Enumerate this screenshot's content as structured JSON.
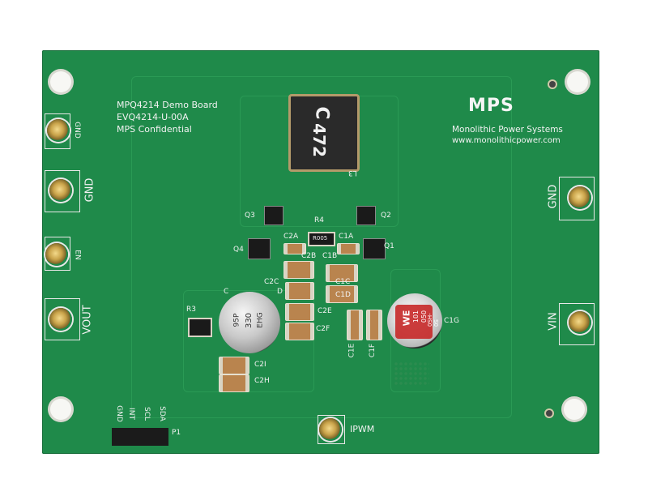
{
  "board": {
    "title_line1": "MPQ4214 Demo Board",
    "title_line2": "EVQ4214-U-00A",
    "title_line3": "MPS Confidential",
    "company_logo": "MPS",
    "company_name": "Monolithic Power Systems",
    "company_url": "www.monolithicpower.com"
  },
  "left_terminals": [
    {
      "label": "GND"
    },
    {
      "label": "GND"
    },
    {
      "label": "EN"
    },
    {
      "label": "VOUT"
    }
  ],
  "right_terminals": [
    {
      "label": "GND"
    },
    {
      "label": "VIN"
    }
  ],
  "bottom_terminal": {
    "label": "IPWM"
  },
  "header": {
    "labels": [
      "GND",
      "INT",
      "SCL",
      "SDA"
    ],
    "ref": "P1"
  },
  "components": {
    "inductor_marking_1": "C",
    "inductor_marking_2": "472",
    "inductor_ref": "L3",
    "q3": "Q3",
    "q2": "Q2",
    "q4": "Q4",
    "q1": "Q1",
    "r4": "R4",
    "r3": "R3",
    "c2a": "C2A",
    "c1a": "C1A",
    "c2b": "C2B",
    "c1b": "C1B",
    "c2c": "C2C",
    "c1c": "C1C",
    "c1d": "C1D",
    "c2d": "D",
    "c2e": "C2E",
    "c2f": "C2F",
    "c2i": "C2I",
    "c2h": "C2H",
    "c1e": "C1E",
    "c1f": "C1F",
    "c1g": "C1G",
    "c2": "C",
    "cap_left_line1": "95P",
    "cap_left_line2": "330",
    "cap_left_line3": "EHG",
    "cap_right_brand": "WE",
    "cap_right_line1": "101",
    "cap_right_line2": "050",
    "cap_right_line3": "0SH-0S",
    "r4_marking": "R005"
  },
  "colors": {
    "pcb": "#1f8a4a",
    "silkscreen": "#f2f2f2",
    "copper": "#c9a34a"
  }
}
